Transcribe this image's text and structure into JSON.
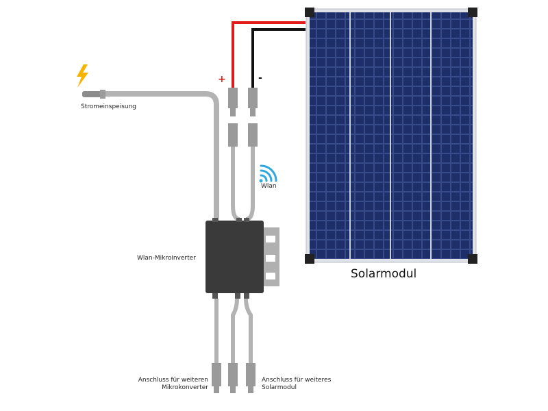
{
  "labels": {
    "power_feed": "Stromeinspeisung",
    "wifi": "Wlan",
    "inverter": "Wlan-Mikroinverter",
    "solar_panel": "Solarmodul",
    "connector_inverter_line1": "Anschluss für weiteren",
    "connector_inverter_line2": "Mikrokonverter",
    "connector_panel_line1": "Anschluss für weiteres",
    "connector_panel_line2": "Solarmodul",
    "plus": "+",
    "minus": "-"
  },
  "icons": {
    "power": "lightning-bolt-icon",
    "wifi": "wifi-signal-icon"
  },
  "colors": {
    "positive_wire": "#e01b1b",
    "negative_wire": "#111111",
    "lightning": "#f6b400",
    "wifi": "#2fa8e0",
    "cell": "#1f2f6a",
    "frame": "#d7dbe0",
    "inverter": "#3a3a3a",
    "cable": "#b3b3b3"
  }
}
